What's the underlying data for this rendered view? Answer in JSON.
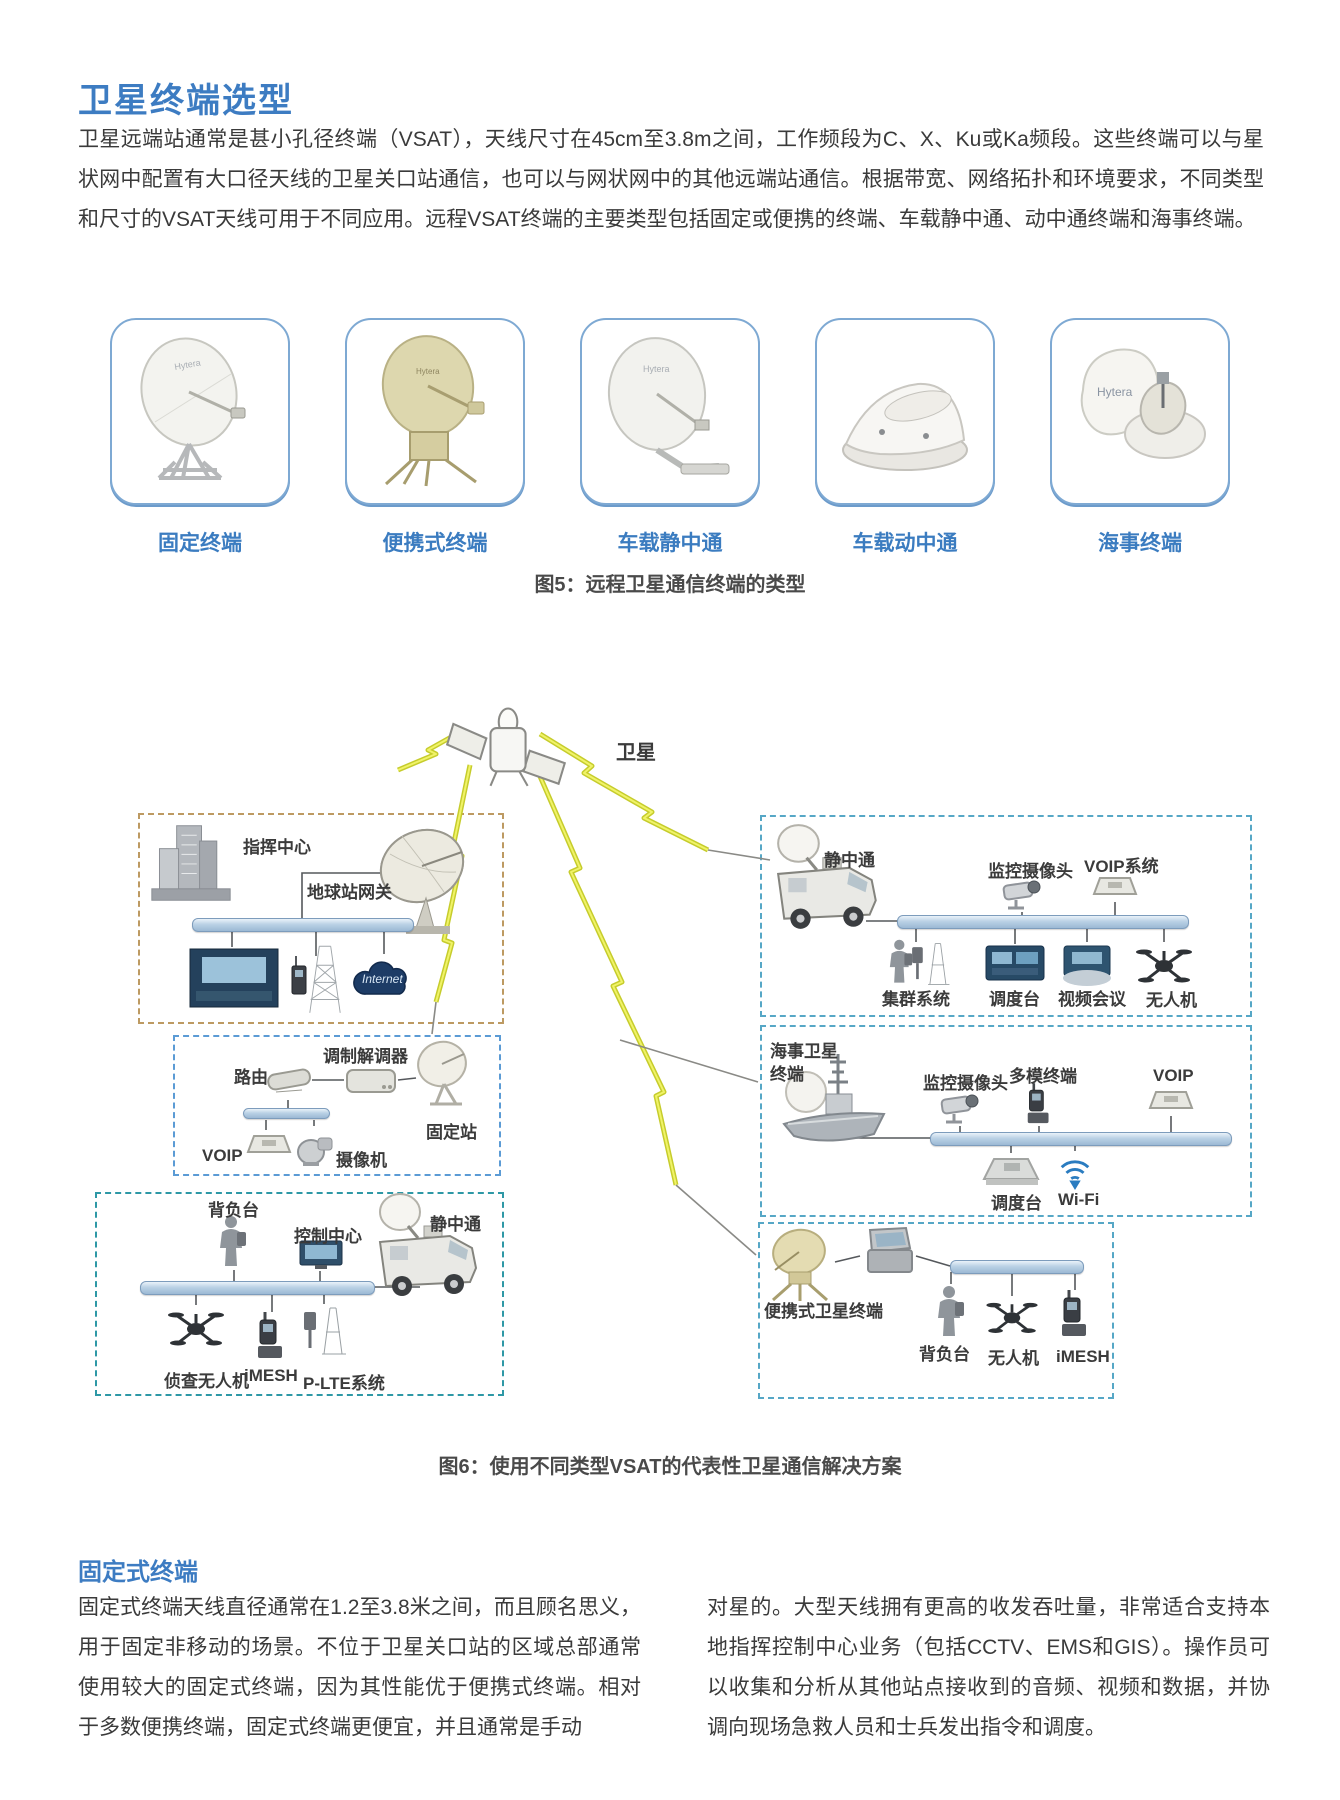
{
  "page": {
    "title": "卫星终端选型",
    "intro": "卫星远端站通常是甚小孔径终端（VSAT），天线尺寸在45cm至3.8m之间，工作频段为C、X、Ku或Ka频段。这些终端可以与星状网中配置有大口径天线的卫星关口站通信，也可以与网状网中的其他远端站通信。根据带宽、网络拓扑和环境要求，不同类型和尺寸的VSAT天线可用于不同应用。远程VSAT终端的主要类型包括固定或便携的终端、车载静中通、动中通终端和海事终端。"
  },
  "figure5": {
    "caption": "图5：远程卫星通信终端的类型",
    "brand": "Hytera",
    "terminals": [
      {
        "label": "固定终端"
      },
      {
        "label": "便携式终端"
      },
      {
        "label": "车载静中通"
      },
      {
        "label": "车载动中通"
      },
      {
        "label": "海事终端"
      }
    ]
  },
  "figure6": {
    "caption": "图6：使用不同类型VSAT的代表性卫星通信解决方案",
    "satellite_label": "卫星",
    "command_box": {
      "title": "指挥中心",
      "gateway": "地球站网关",
      "internet": "Internet"
    },
    "fixed_box": {
      "router": "路由",
      "modem": "调制解调器",
      "station": "固定站",
      "voip": "VOIP",
      "camera": "摄像机"
    },
    "field_box": {
      "backpack": "背负台",
      "control": "控制中心",
      "sotm": "静中通",
      "drone": "侦查无人机",
      "imesh": "iMESH",
      "plte": "P-LTE系统"
    },
    "sotm_box": {
      "sotm": "静中通",
      "cctv": "监控摄像头",
      "voip_system": "VOIP系统",
      "trunking": "集群系统",
      "dispatch": "调度台",
      "conference": "视频会议",
      "drone": "无人机"
    },
    "maritime_box": {
      "title_line1": "海事卫星",
      "title_line2": "终端",
      "cctv": "监控摄像头",
      "multimode": "多模终端",
      "voip": "VOIP",
      "dispatch": "调度台",
      "wifi": "Wi-Fi"
    },
    "portable_box": {
      "terminal": "便携式卫星终端",
      "backpack": "背负台",
      "drone": "无人机",
      "imesh": "iMESH"
    }
  },
  "section": {
    "heading": "固定式终端",
    "col_left": "固定式终端天线直径通常在1.2至3.8米之间，而且顾名思义，用于固定非移动的场景。不位于卫星关口站的区域总部通常使用较大的固定式终端，因为其性能优于便携式终端。相对于多数便携终端，固定式终端更便宜，并且通常是手动",
    "col_right": "对星的。大型天线拥有更高的收发吞吐量，非常适合支持本地指挥控制中心业务（包括CCTV、EMS和GIS）。操作员可以收集和分析从其他站点接收到的音频、视频和数据，并协调向现场急救人员和士兵发出指令和调度。"
  },
  "colors": {
    "accent_blue": "#3d7cc2",
    "label_blue": "#3b7cc0",
    "card_border": "#7ea9d3",
    "box_tan_dashed": "#bd9a62",
    "box_blue_dashed": "#5b9bd5",
    "box_teal_dashed": "#2e98a6",
    "box_cyan_dashed": "#56a7c6",
    "bolt_yellow": "#e7eb4e",
    "wifi_blue": "#2a7cc0"
  }
}
